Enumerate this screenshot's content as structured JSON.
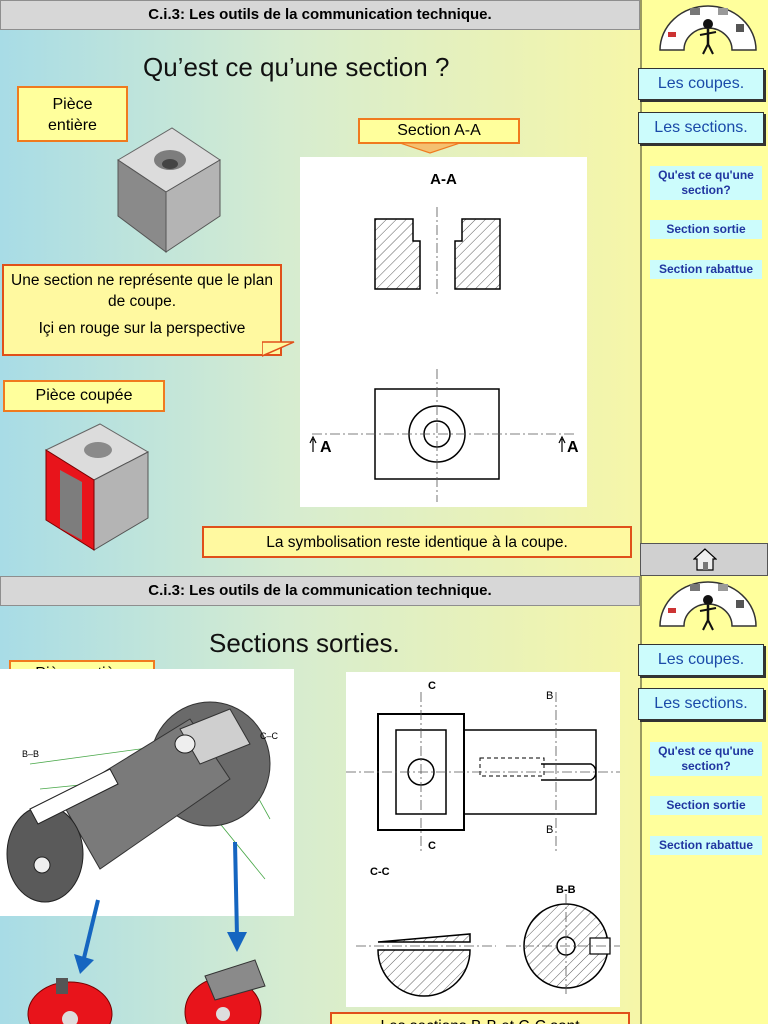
{
  "slide1": {
    "title_bar": "C.i.3: Les outils de la communication technique.",
    "heading": "Qu’est ce qu’une section ?",
    "piece_entiere": [
      "Pièce",
      "entière"
    ],
    "section_label": "Section A-A",
    "drawing_title": "A-A",
    "cut_letter_left": "A",
    "cut_letter_right": "A",
    "callout_line1": "Une section ne représente que le plan de coupe.",
    "callout_line2": "Içi en rouge sur la perspective",
    "piece_coupee": "Pièce coupée",
    "bottom_note": "La symbolisation reste identique à la coupe."
  },
  "slide2": {
    "title_bar": "C.i.3: Les outils de la communication technique.",
    "heading": "Sections sorties.",
    "piece_entiere": "Pièce entière",
    "label_bb": "B–B",
    "label_cc": "C–C",
    "drawing_c_top": "C",
    "drawing_c_bottom": "C",
    "drawing_b_top": "B",
    "drawing_b_bottom": "B",
    "section_cc": "C-C",
    "section_bb": "B-B",
    "bottom_note": "Les sections B-B et C-C sont"
  },
  "sidebar": {
    "coupes": "Les coupes.",
    "sections": "Les sections.",
    "quest": [
      "Qu'est ce qu'une",
      "section?"
    ],
    "sortie": "Section sortie",
    "rabattue": "Section rabattue"
  },
  "colors": {
    "cut_red": "#e8141b",
    "accent_orange": "#f07a1e",
    "arrow_blue": "#1565c0",
    "nav_cyan": "#ccfcfc"
  }
}
